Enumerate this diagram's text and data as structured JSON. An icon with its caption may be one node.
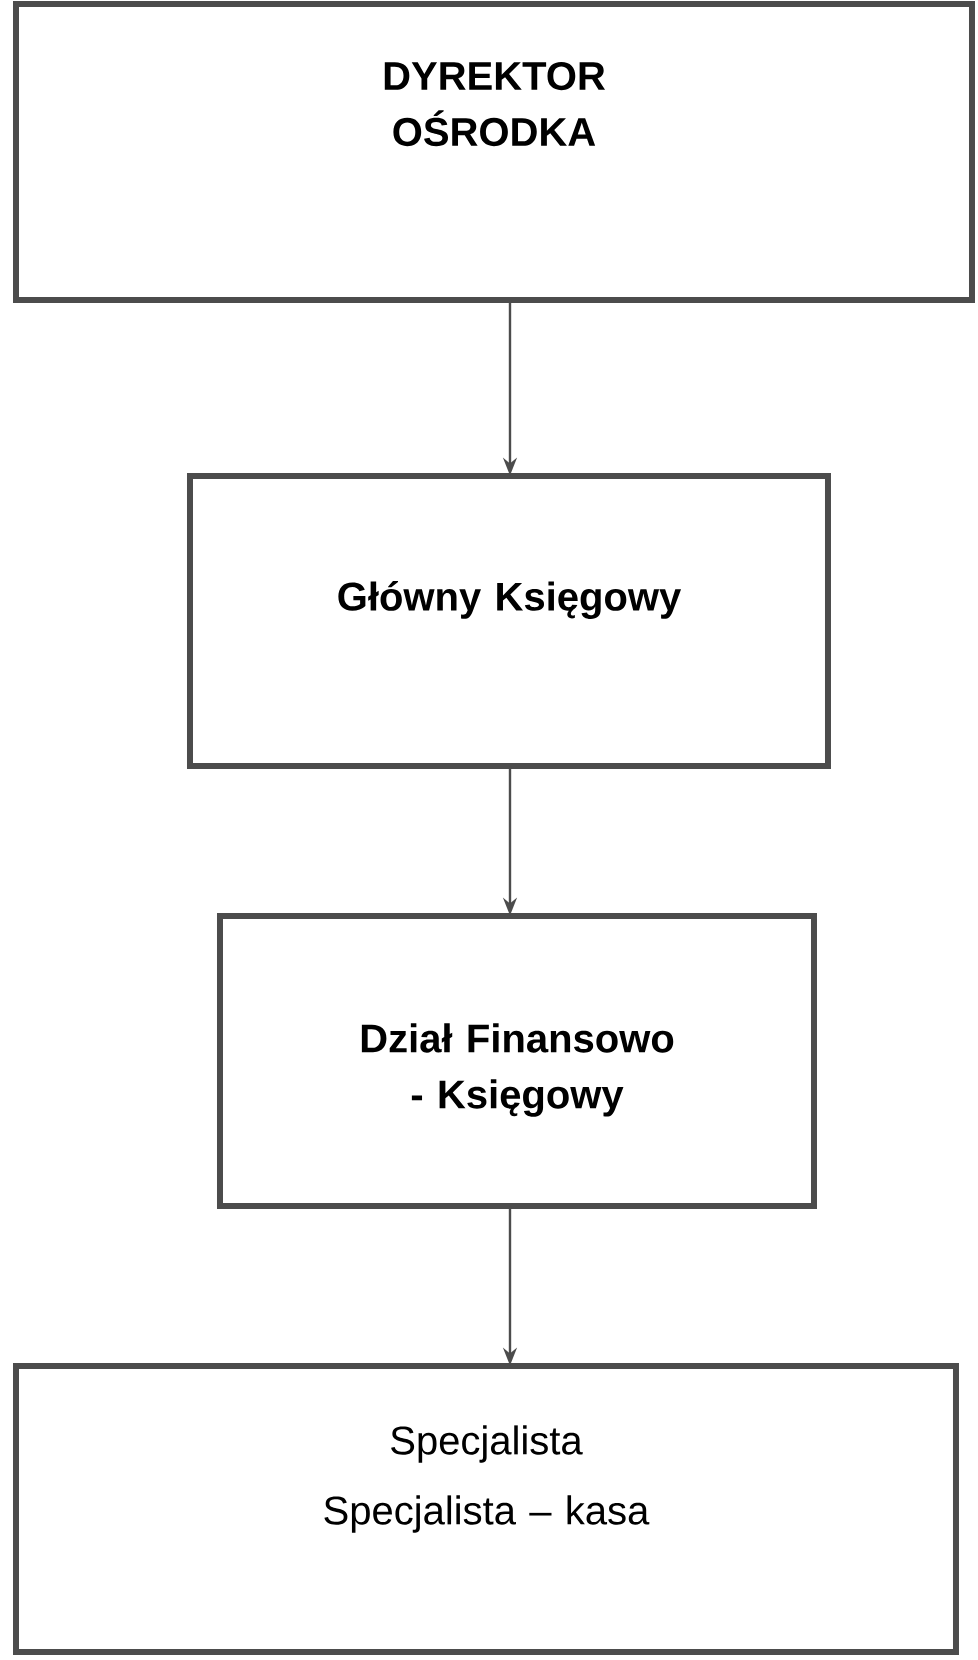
{
  "diagram": {
    "nodes": [
      {
        "text": [
          "DYREKTOR OŚRODKA"
        ]
      },
      {
        "text": [
          "Główny Księgowy"
        ]
      },
      {
        "text": [
          "Dział Finansowo - Księgowy"
        ]
      },
      {
        "text": [
          "Specjalista",
          "Specjalista – kasa"
        ]
      }
    ],
    "edges": [
      {
        "from": 0,
        "to": 1,
        "arrow": "to"
      },
      {
        "from": 1,
        "to": 2,
        "arrow": "to"
      },
      {
        "from": 2,
        "to": 3,
        "arrow": "to"
      }
    ]
  }
}
